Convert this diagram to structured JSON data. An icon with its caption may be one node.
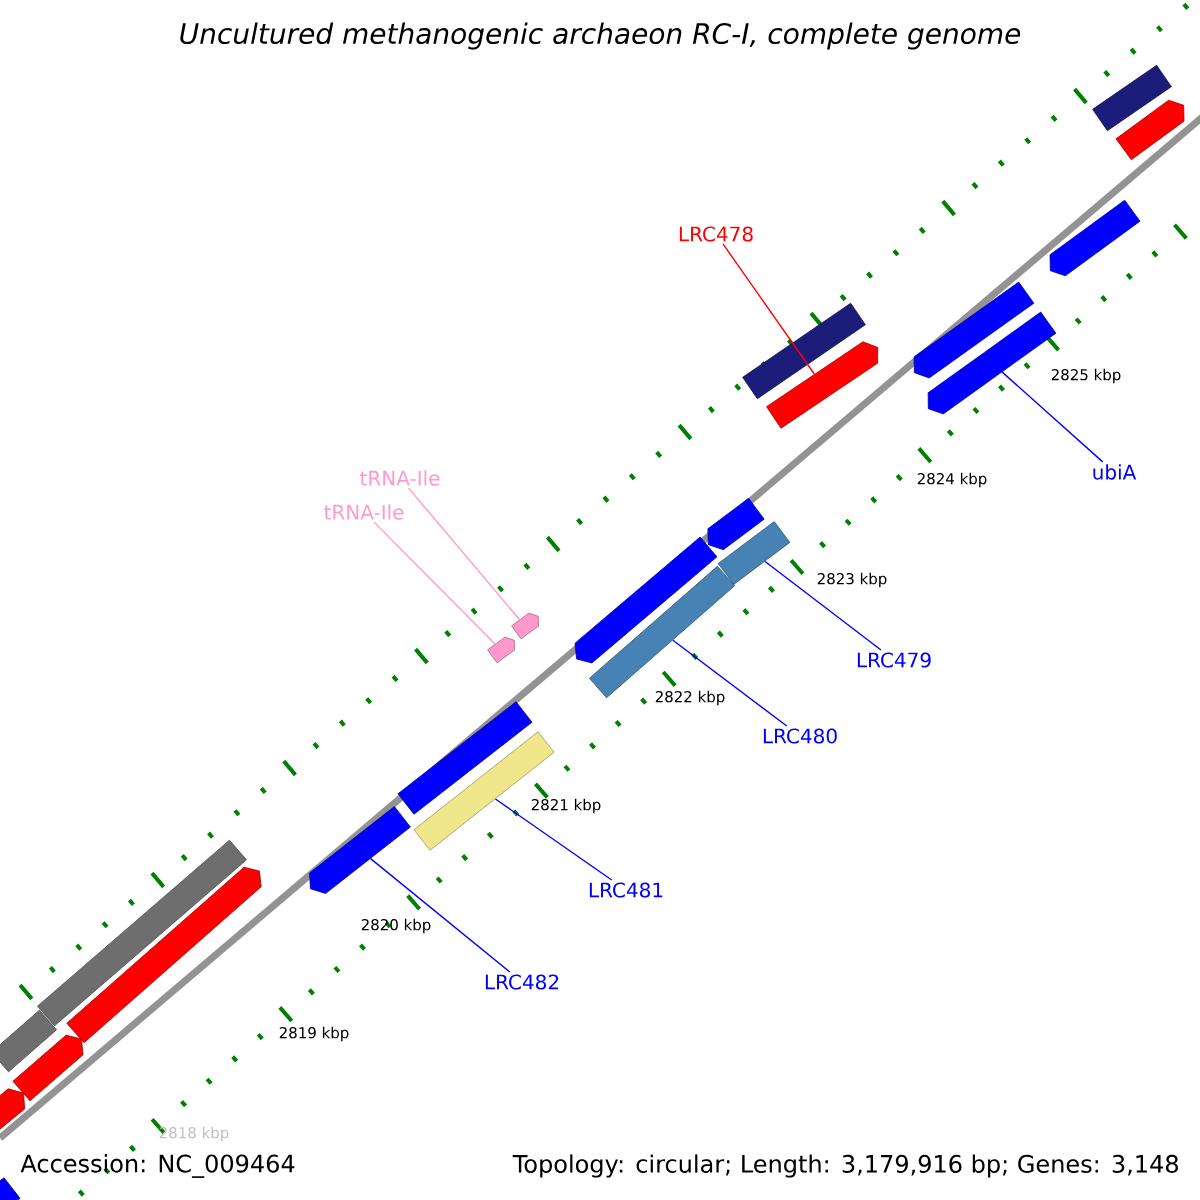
{
  "diagram": {
    "title": "Uncultured methanogenic archaeon RC-I, complete genome",
    "nodes": [
      {
        "text": [],
        "shape": "bar"
      },
      {
        "text": [],
        "shape": "bar"
      },
      {
        "text": [
          "LRC478"
        ]
      },
      {
        "text": [],
        "shape": "bar"
      },
      {
        "text": [],
        "shape": "bar"
      },
      {
        "text": [],
        "shape": "bar"
      },
      {
        "text": [],
        "shape": "bar"
      },
      {
        "text": [],
        "shape": "bar"
      },
      {
        "text": [
          "ubiA"
        ]
      },
      {
        "text": [
          "tRNA-Ile"
        ]
      },
      {
        "text": [
          "tRNA-Ile"
        ]
      },
      {
        "text": [],
        "shape": "bar"
      },
      {
        "text": [],
        "shape": "bar"
      },
      {
        "text": [],
        "shape": "bar"
      },
      {
        "text": [],
        "shape": "bar"
      },
      {
        "text": [],
        "shape": "arrow"
      },
      {
        "text": [],
        "shape": "arrow"
      },
      {
        "text": [
          "LRC479"
        ]
      },
      {
        "text": [
          "LRC480"
        ]
      },
      {
        "text": [],
        "shape": "bar"
      },
      {
        "text": [],
        "shape": "bar"
      },
      {
        "text": [
          "LRC481"
        ]
      },
      {
        "text": [],
        "shape": "bar"
      },
      {
        "text": [
          "LRC482"
        ]
      },
      {
        "text": [],
        "shape": "bar"
      },
      {
        "text": [],
        "shape": "bar"
      },
      {
        "text": [],
        "shape": "bar"
      },
      {
        "text": [],
        "shape": "bar"
      },
      {
        "text": [],
        "shape": "bar"
      },
      {
        "text": [],
        "shape": "bar"
      }
    ],
    "edges": [
      {
        "from": 2,
        "to": 4,
        "arrow": "none",
        "color": "#ff0000"
      },
      {
        "from": 8,
        "to": 7,
        "arrow": "none"
      },
      {
        "from": 9,
        "to": 15,
        "arrow": "none",
        "color": "#ff99cc"
      },
      {
        "from": 10,
        "to": 16,
        "arrow": "none",
        "color": "#ff99cc"
      },
      {
        "from": 17,
        "to": 12,
        "arrow": "none"
      },
      {
        "from": 18,
        "to": 14,
        "arrow": "none"
      },
      {
        "from": 21,
        "to": 20,
        "arrow": "none"
      },
      {
        "from": 23,
        "to": 22,
        "arrow": "none"
      }
    ],
    "labels": [
      "2825 kbp",
      "2824 kbp",
      "2823 kbp",
      "2822 kbp",
      "2821 kbp",
      "2820 kbp",
      "2819 kbp",
      "2818 kbp",
      "Accession: NC_009464",
      "Topology: circular; Length: 3,179,916 bp; Genes: 3,148"
    ]
  }
}
